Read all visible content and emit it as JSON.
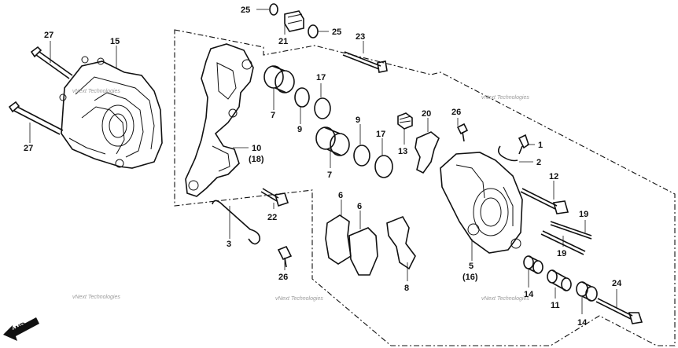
{
  "diagram": {
    "callouts": [
      {
        "id": "25a",
        "text": "25"
      },
      {
        "id": "21",
        "text": "21"
      },
      {
        "id": "25b",
        "text": "25"
      },
      {
        "id": "23",
        "text": "23"
      },
      {
        "id": "27a",
        "text": "27"
      },
      {
        "id": "15",
        "text": "15"
      },
      {
        "id": "27b",
        "text": "27"
      },
      {
        "id": "7a",
        "text": "7"
      },
      {
        "id": "9a",
        "text": "9"
      },
      {
        "id": "17a",
        "text": "17"
      },
      {
        "id": "10",
        "text": "10"
      },
      {
        "id": "18",
        "text": "(18)"
      },
      {
        "id": "7b",
        "text": "7"
      },
      {
        "id": "9b",
        "text": "9"
      },
      {
        "id": "17b",
        "text": "17"
      },
      {
        "id": "13",
        "text": "13"
      },
      {
        "id": "20",
        "text": "20"
      },
      {
        "id": "26a",
        "text": "26"
      },
      {
        "id": "1",
        "text": "1"
      },
      {
        "id": "2",
        "text": "2"
      },
      {
        "id": "12",
        "text": "12"
      },
      {
        "id": "19a",
        "text": "19"
      },
      {
        "id": "19b",
        "text": "19"
      },
      {
        "id": "22",
        "text": "22"
      },
      {
        "id": "3",
        "text": "3"
      },
      {
        "id": "6a",
        "text": "6"
      },
      {
        "id": "6b",
        "text": "6"
      },
      {
        "id": "8",
        "text": "8"
      },
      {
        "id": "26b",
        "text": "26"
      },
      {
        "id": "5",
        "text": "5"
      },
      {
        "id": "16",
        "text": "(16)"
      },
      {
        "id": "14a",
        "text": "14"
      },
      {
        "id": "11",
        "text": "11"
      },
      {
        "id": "14b",
        "text": "14"
      },
      {
        "id": "24",
        "text": "24"
      }
    ],
    "direction_label": "FWD",
    "watermark": "vNext Technologies"
  }
}
